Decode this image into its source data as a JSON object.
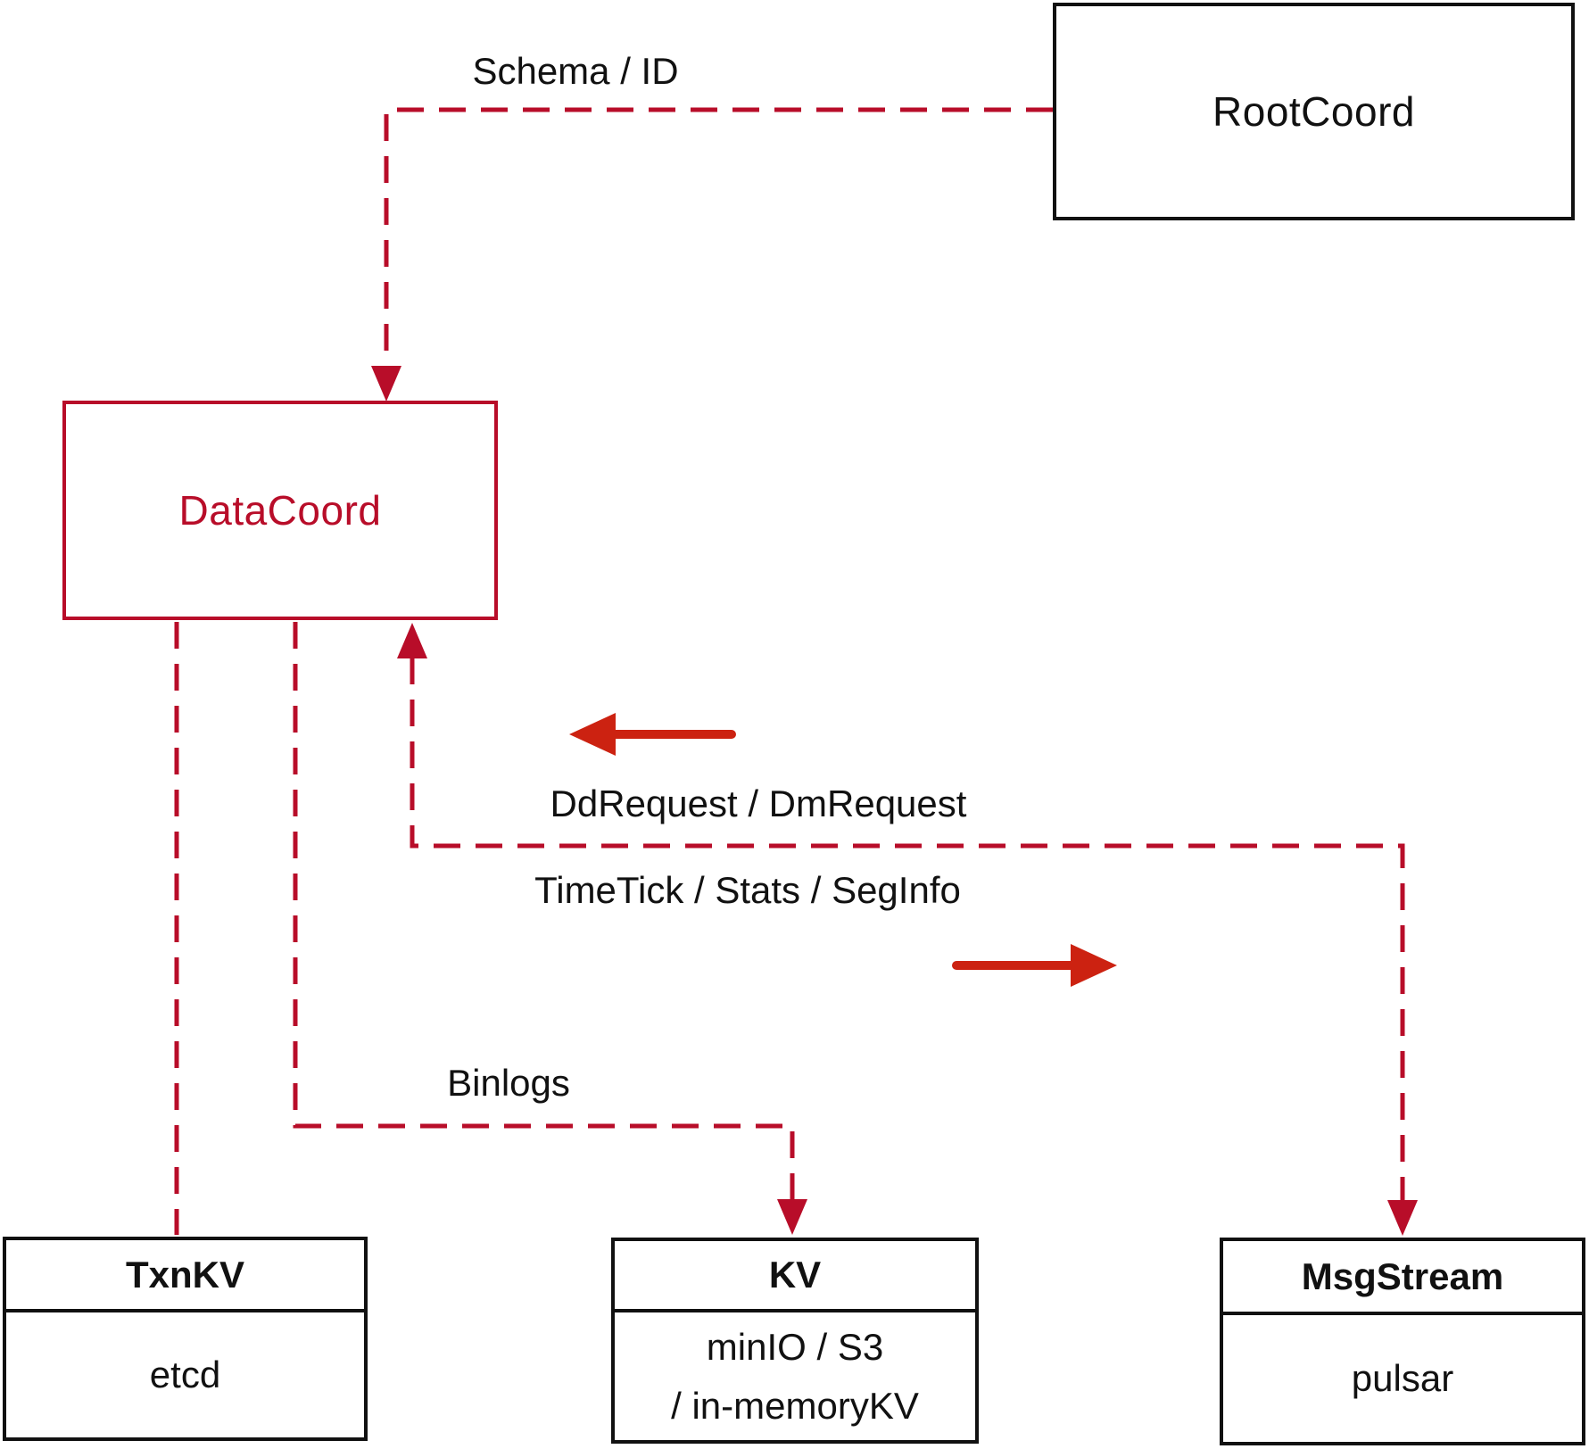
{
  "nodes": {
    "rootcoord": {
      "label": "RootCoord"
    },
    "datacoord": {
      "label": "DataCoord"
    },
    "txnkv": {
      "title": "TxnKV",
      "body": "etcd"
    },
    "kv": {
      "title": "KV",
      "body_line1": "minIO / S3",
      "body_line2": "/ in-memoryKV"
    },
    "msgstream": {
      "title": "MsgStream",
      "body": "pulsar"
    }
  },
  "edge_labels": {
    "schema_id": "Schema / ID",
    "dd_dm_request": "DdRequest / DmRequest",
    "timetick_stats_seginfo": "TimeTick / Stats / SegInfo",
    "binlogs": "Binlogs"
  },
  "colors": {
    "dashed_edge": "#b80d29",
    "solid_arrow": "#cc2211",
    "black_box_border": "#111111",
    "datacoord_accent": "#b80d29"
  }
}
